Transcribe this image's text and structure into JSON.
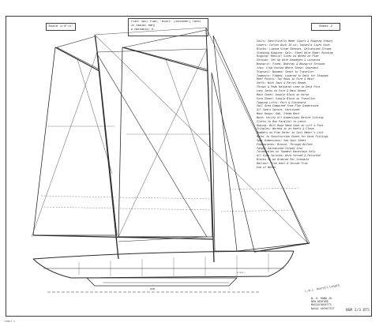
{
  "header": {
    "scale_label": "Scale 1/4\"=1'",
    "sheet_label": "Sheet 2",
    "title_lines": [
      "Plan: Sail Plan, 'MISSY' (Schooner) Yacht",
      "25 Radial Mary",
      "# Nathaniel H."
    ]
  },
  "notes": [
    "Sails: Specifically Made (Spars & Rigging Shown)",
    "Lowers: Cotton Duck 10 oz: Topsails Light Duck",
    "Blocks: Lignum Vitae Sheaves, Galvanized Straps",
    "Standing Rigging: Galv. Steel Wire Rope: Running",
    "Rigging: Manila: Sizes as Noted on Plan",
    "Shrouds: Set Up With Deadeyes & Lanyards",
    "Bowsprit: Fixed, Bobstay & Bowsprit Shrouds",
    "Jibs: Club-Footed Where Shown: Downhaul",
    "Staysail: Boomed; Sheet to Traveller",
    "Topmasts: Fidded, Lowered to Deck for Stowage",
    "Reef Points: Two Rows in Fore & Main",
    "Gaffs: With Jaws & Parrel Beads",
    "Throat & Peak Halyards Lead to Deck Pins",
    "Lazy Jacks on Fore & Main Booms",
    "Main Sheet: Double Block on Horse",
    "Fore Sheet: Single Block on Traveller",
    "Topping Lifts: Port & Starboard",
    "Sail Area Computed from Plan Dimensions",
    "All Spars Spruce, Varnished",
    "Mast Hoops: Oak, Steam Bent",
    "Note: Verify All Dimensions Before Cutting",
    "Cloths to Run Parallel to Leech",
    "Roping: Bolt Rope Hand Sewn on Luff & Foot",
    "Cringles: Worked in at Reefs & Clews",
    "Numbers on Plan Refer to Sail Maker's List",
    "Refer to Construction Sheet for Deck Fittings",
    "Spar Dimensions: See Spar Sheet",
    "Chainplates: Bronze, Through-Bolted",
    "Tangs: Galvanized Forged Iron",
    "Turnbuckles on Topmast Backstays Only",
    "All Eyes Spliced; Wire Served & Parceled",
    "Blocks to be Ordered Per Schedule",
    "Ballast: Iron Keel & Inside Trim",
    "End of Notes"
  ],
  "labels": {
    "deck_label": "L.W.L. Overall Length",
    "waterline_label": "L.W.L.",
    "keel_label": "KEEL"
  },
  "credit": [
    "W. H. HAND JR.",
    "NEW BEDFORD",
    "MASSACHUSETTS",
    "NAVAL ARCHITECT"
  ],
  "plan_number": "NSM 2/3 DT5",
  "corner_mark": "SHEET 2",
  "colors": {
    "ink": "#2b2b2b",
    "paper": "#ffffff",
    "dashed": "#555555"
  }
}
